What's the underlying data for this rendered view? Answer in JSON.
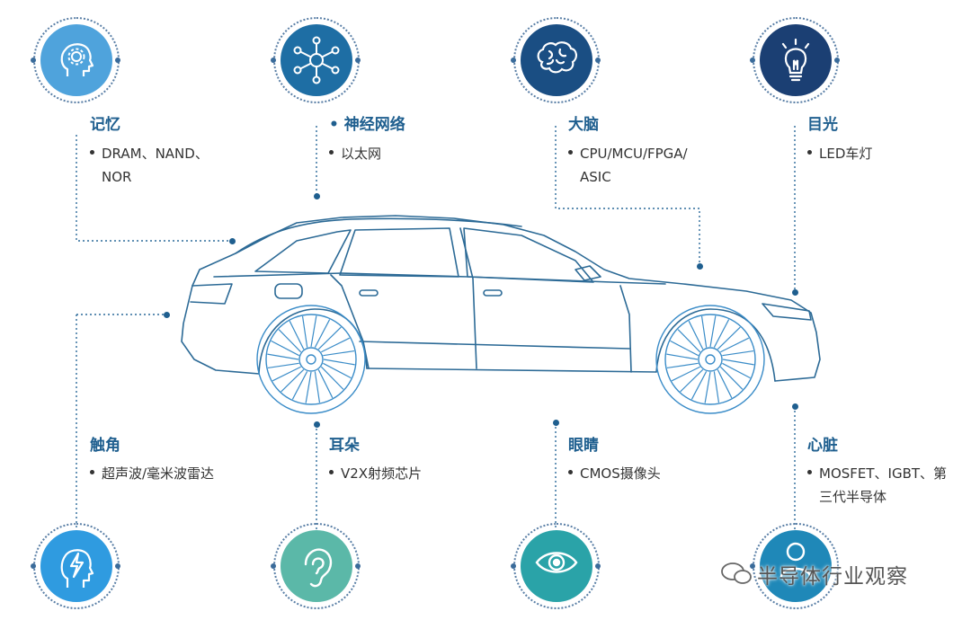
{
  "nodes": [
    {
      "id": "memory",
      "title": "记忆",
      "lines": [
        "DRAM、NAND、",
        "NOR"
      ],
      "icon": "head-gear-icon",
      "color": "#4fa3dc"
    },
    {
      "id": "neural",
      "title": "• 神经网络",
      "lines": [
        "以太网"
      ],
      "icon": "network-hub-icon",
      "color": "#1e6ea4"
    },
    {
      "id": "brain",
      "title": "大脑",
      "lines": [
        "CPU/MCU/FPGA/",
        "ASIC"
      ],
      "icon": "brain-icon",
      "color": "#1a4e83"
    },
    {
      "id": "vision",
      "title": "目光",
      "lines": [
        "LED车灯"
      ],
      "icon": "lightbulb-icon",
      "color": "#1b3f73"
    },
    {
      "id": "touch",
      "title": "触角",
      "lines": [
        "超声波/毫米波雷达"
      ],
      "icon": "head-bolt-icon",
      "color": "#2f9be0"
    },
    {
      "id": "ear",
      "title": "耳朵",
      "lines": [
        "V2X射频芯片"
      ],
      "icon": "ear-icon",
      "color": "#5bb8a8"
    },
    {
      "id": "eye",
      "title": "眼睛",
      "lines": [
        "CMOS摄像头"
      ],
      "icon": "eye-icon",
      "color": "#2aa3a8"
    },
    {
      "id": "heart",
      "title": "心脏",
      "lines": [
        "MOSFET、IGBT、第",
        "三代半导体"
      ],
      "icon": "person-icon",
      "color": "#1f88b8"
    }
  ],
  "watermark": "半导体行业观察",
  "colors": {
    "line": "#2b6a9a",
    "car": "#2c6a96",
    "wheel": "#3a8cc8"
  }
}
